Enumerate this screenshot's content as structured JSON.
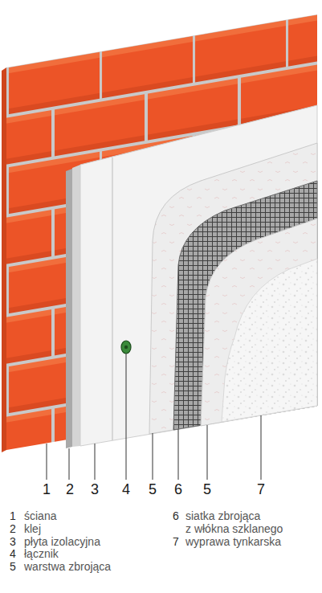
{
  "diagram": {
    "labels": [
      "1",
      "2",
      "3",
      "4",
      "5",
      "6",
      "5",
      "7",
      "1",
      "ściana",
      "2",
      "klej",
      "3",
      "płyta izolacyjna",
      "4",
      "łącznik",
      "5",
      "warstwa zbrojąca",
      "6",
      "siatka zbrojąca z włókna szklanego",
      "7",
      "wyprawa tynkarska"
    ]
  }
}
